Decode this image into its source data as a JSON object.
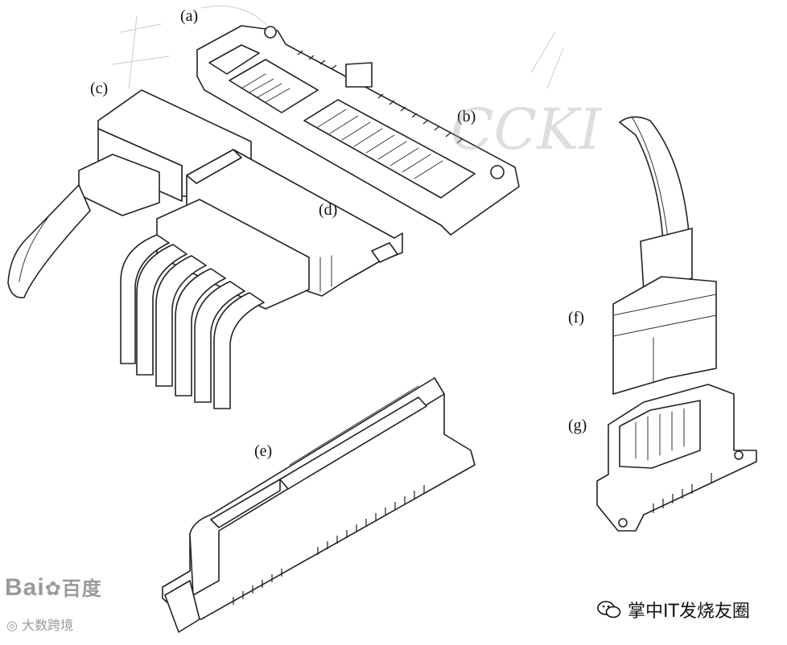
{
  "labels": {
    "a": "(a)",
    "b": "(b)",
    "c": "(c)",
    "d": "(d)",
    "e": "(e)",
    "f": "(f)",
    "g": "(g)"
  },
  "watermarks": {
    "baidu_text": "Bai",
    "baidu_suffix": "百度",
    "baidu_sub": "大数跨境",
    "wechat_account": "掌中IT发烧友圈",
    "faint_text": "CCKI"
  },
  "colors": {
    "line": "#222222",
    "background": "#ffffff",
    "watermark_gray": "#9a9a9a"
  }
}
